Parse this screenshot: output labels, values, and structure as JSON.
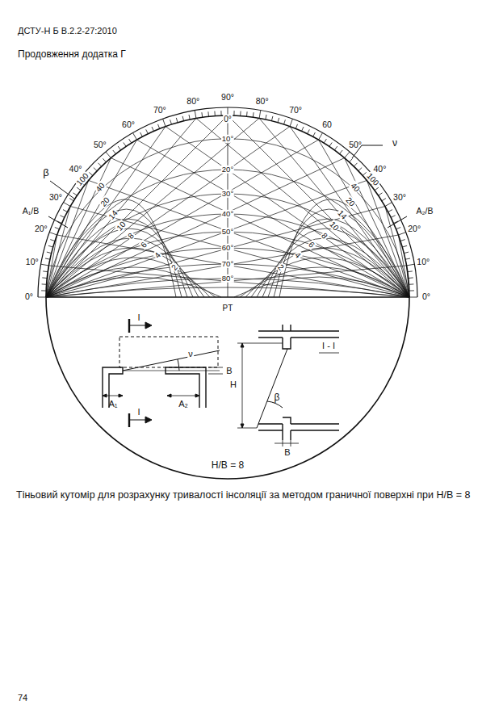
{
  "diagram": {
    "caption": "Тіньовий кутомір для розрахунку тривалості інсоляції за методом граничної поверхні при H/B = 8",
    "labels": [
      "ДСТУ-Н Б В.2.2-27:2010",
      "Продовження додатка Г",
      "0°",
      "10°",
      "20°",
      "30°",
      "40°",
      "50°",
      "60°",
      "70°",
      "80°",
      "90°",
      "0°",
      "80°",
      "70°",
      "60",
      "50°",
      "40°",
      "30°",
      "20°",
      "10°",
      "0°",
      "ν",
      "β",
      "A₁/B",
      "A₂/B",
      "100",
      "40",
      "20",
      "14",
      "10",
      "8",
      "6",
      "4",
      "2",
      "100",
      "40",
      "20",
      "14",
      "10",
      "8",
      "6",
      "4",
      "2",
      "10°",
      "20°",
      "30°",
      "40°",
      "50°",
      "60°",
      "70°",
      "80°",
      "PT",
      "I",
      "I",
      "ν",
      "B",
      "A₁",
      "A₂",
      "I - I",
      "H",
      "β",
      "B",
      "H/B = 8",
      "74"
    ]
  }
}
